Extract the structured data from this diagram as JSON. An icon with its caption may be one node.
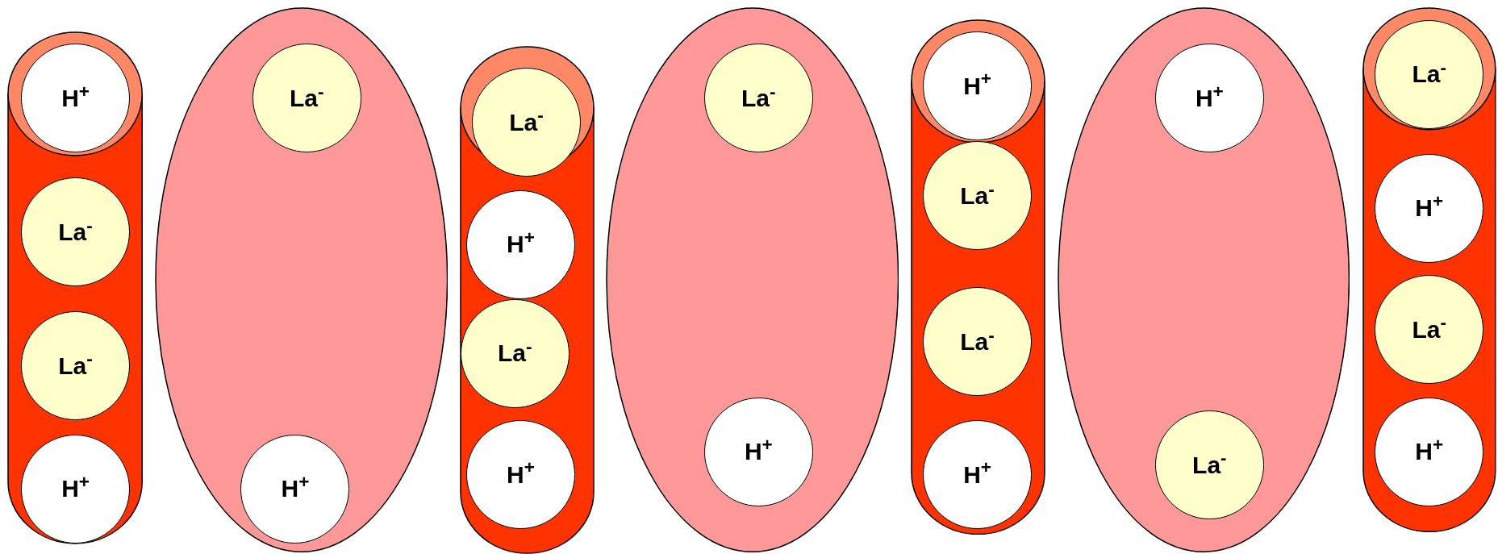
{
  "diagram": {
    "nodes": [
      {
        "text": [],
        "shape": "cylinder"
      },
      {
        "text": [
          "H$^{+}$"
        ]
      },
      {
        "text": [
          "La$^{-}$"
        ],
        "in": 0
      },
      {
        "text": [
          "La$^{-}$"
        ],
        "in": 0
      },
      {
        "text": [
          "H$^{+}$"
        ],
        "in": 0
      },
      {
        "text": [],
        "shape": "ellipse"
      },
      {
        "text": [
          "La$^{-}$"
        ],
        "in": 5
      },
      {
        "text": [
          "H$^{+}$"
        ],
        "in": 5
      },
      {
        "text": [],
        "shape": "cylinder"
      },
      {
        "text": [
          "La$^{-}$"
        ]
      },
      {
        "text": [
          "H$^{+}$"
        ],
        "in": 8
      },
      {
        "text": [
          "La$^{-}$"
        ],
        "in": 8
      },
      {
        "text": [
          "H$^{+}$"
        ],
        "in": 8
      },
      {
        "text": [],
        "shape": "ellipse"
      },
      {
        "text": [
          "La$^{-}$"
        ],
        "in": 13
      },
      {
        "text": [
          "H$^{+}$"
        ],
        "in": 13
      },
      {
        "text": [],
        "shape": "cylinder"
      },
      {
        "text": [
          "H$^{+}$"
        ]
      },
      {
        "text": [
          "La$^{-}$"
        ],
        "in": 16
      },
      {
        "text": [
          "La$^{-}$"
        ],
        "in": 16
      },
      {
        "text": [
          "H$^{+}$"
        ],
        "in": 16
      },
      {
        "text": [],
        "shape": "ellipse"
      },
      {
        "text": [
          "H$^{+}$"
        ],
        "in": 21
      },
      {
        "text": [
          "La$^{-}$"
        ],
        "in": 21
      },
      {
        "text": [],
        "shape": "cylinder"
      },
      {
        "text": [
          "La$^{-}$"
        ]
      },
      {
        "text": [
          "H$^{+}$"
        ],
        "in": 24
      },
      {
        "text": [
          "La$^{-}$"
        ],
        "in": 24
      },
      {
        "text": [
          "H$^{+}$"
        ],
        "in": 24
      }
    ]
  }
}
